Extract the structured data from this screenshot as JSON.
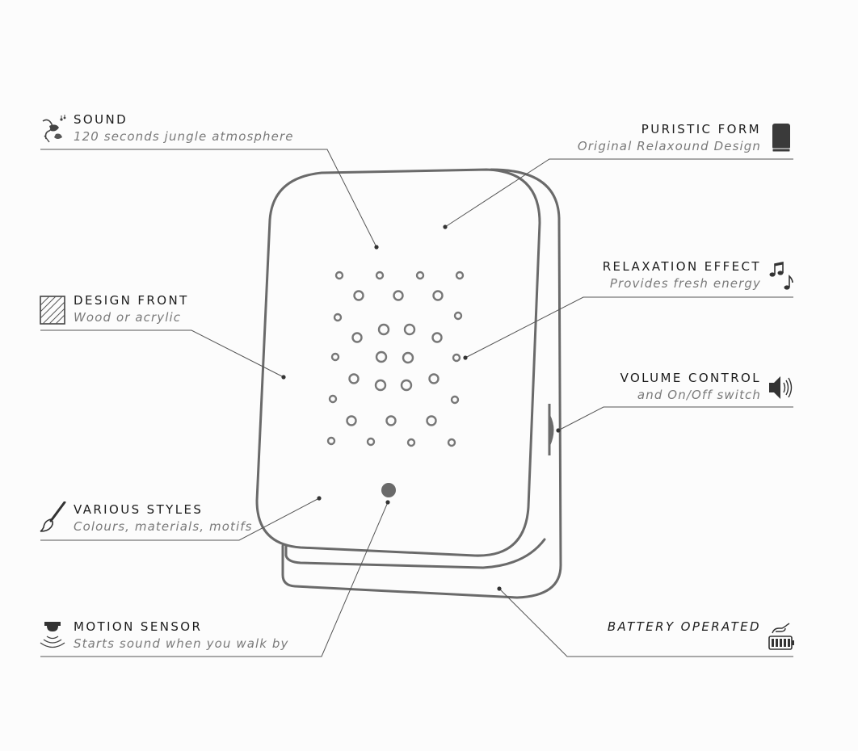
{
  "features": {
    "sound": {
      "title": "SOUND",
      "subtitle": "120 seconds jungle atmosphere",
      "icon": "jungle-bird-icon"
    },
    "puristic_form": {
      "title": "PURISTIC FORM",
      "subtitle": "Original Relaxound Design",
      "icon": "device-silhouette-icon"
    },
    "design_front": {
      "title": "DESIGN FRONT",
      "subtitle": "Wood or acrylic",
      "icon": "hatched-panel-icon"
    },
    "relaxation_effect": {
      "title": "RELAXATION EFFECT",
      "subtitle": "Provides fresh energy",
      "icon": "music-notes-icon"
    },
    "volume_control": {
      "title": "VOLUME CONTROL",
      "subtitle": "and On/Off switch",
      "icon": "speaker-volume-icon"
    },
    "various_styles": {
      "title": "VARIOUS STYLES",
      "subtitle": "Colours, materials, motifs",
      "icon": "paintbrush-icon"
    },
    "motion_sensor": {
      "title": "MOTION SENSOR",
      "subtitle": "Starts sound when you walk by",
      "icon": "motion-sensor-icon"
    },
    "battery_operated": {
      "title": "BATTERY OPERATED",
      "subtitle": "",
      "icon": "battery-icon"
    }
  },
  "colors": {
    "outline": "#6a6a6a",
    "leader": "#555555",
    "title": "#1c1c1c",
    "subtitle": "#7a7a7a",
    "background": "#fcfcfc"
  }
}
